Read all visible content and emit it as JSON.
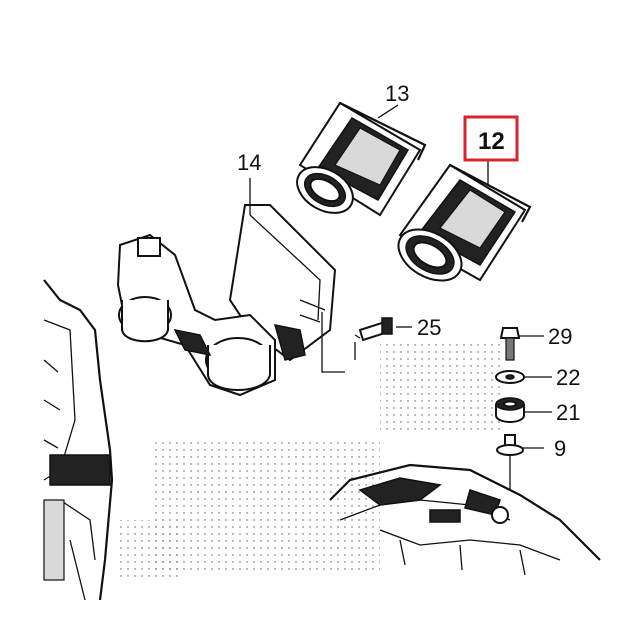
{
  "diagram": {
    "callouts": [
      {
        "id": "12",
        "label": "12",
        "highlighted": true
      },
      {
        "id": "13",
        "label": "13"
      },
      {
        "id": "14",
        "label": "14"
      },
      {
        "id": "25",
        "label": "25"
      },
      {
        "id": "29",
        "label": "29"
      },
      {
        "id": "22",
        "label": "22"
      },
      {
        "id": "21",
        "label": "21"
      },
      {
        "id": "9",
        "label": "9"
      }
    ],
    "highlight_color": "#d9232d"
  }
}
